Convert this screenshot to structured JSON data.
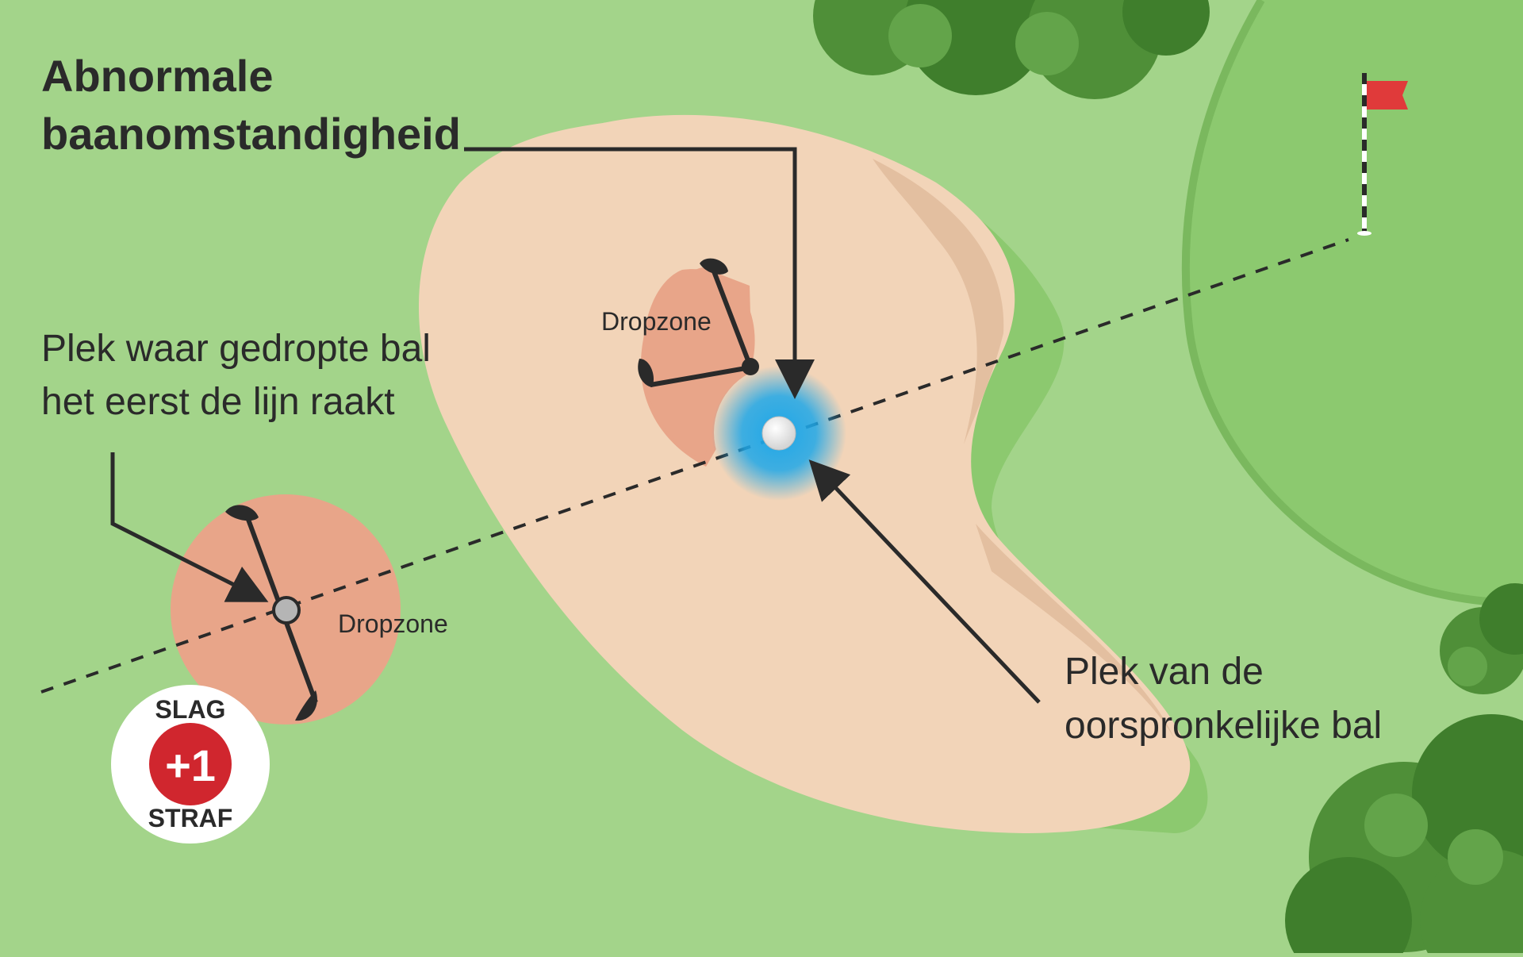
{
  "title": {
    "line1": "Abnormale",
    "line2": "baanomstandigheid"
  },
  "annotation_drop_point": {
    "line1": "Plek waar gedropte bal",
    "line2": "het eerst de lijn raakt"
  },
  "annotation_original_ball": {
    "line1": "Plek van de",
    "line2": "oorspronkelijke bal"
  },
  "dropzones": {
    "near": "Dropzone",
    "far": "Dropzone"
  },
  "penalty_badge": {
    "top": "SLAG",
    "value": "+1",
    "bottom": "STRAF"
  },
  "colors": {
    "fairway": "#a3d48a",
    "green": "#8cc96f",
    "sand": "#f2d4b8",
    "dropzone": "#e8a589",
    "relief_glow": "#1ea7e8",
    "flag": "#e03a3a",
    "penalty_red": "#d0262e"
  }
}
